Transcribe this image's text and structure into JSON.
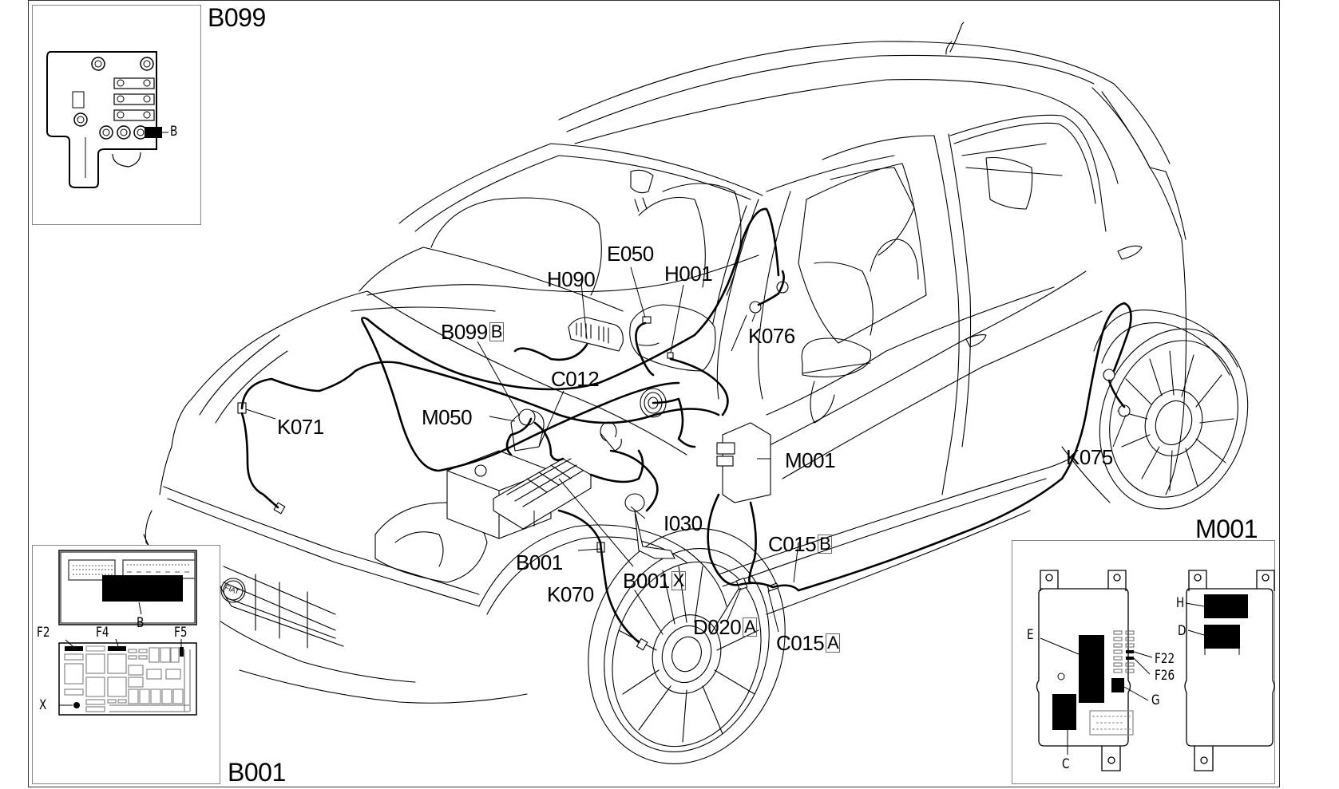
{
  "diagram": {
    "type": "vehicle wiring harness component location diagram",
    "vehicle_badge": "FIAT",
    "insets": {
      "b099": {
        "title": "B099",
        "callouts": [
          "B"
        ]
      },
      "b001": {
        "title": "B001",
        "callouts": [
          "B",
          "F2",
          "F4",
          "F5",
          "X"
        ]
      },
      "m001": {
        "title": "M001",
        "callouts": [
          "E",
          "F22",
          "F26",
          "G",
          "C",
          "H",
          "D"
        ]
      }
    },
    "components": [
      {
        "code": "H090",
        "connector": ""
      },
      {
        "code": "E050",
        "connector": ""
      },
      {
        "code": "H001",
        "connector": ""
      },
      {
        "code": "B099",
        "connector": "B"
      },
      {
        "code": "K076",
        "connector": ""
      },
      {
        "code": "C012",
        "connector": ""
      },
      {
        "code": "K071",
        "connector": ""
      },
      {
        "code": "M050",
        "connector": ""
      },
      {
        "code": "M001",
        "connector": ""
      },
      {
        "code": "K075",
        "connector": ""
      },
      {
        "code": "I030",
        "connector": ""
      },
      {
        "code": "B001",
        "connector": ""
      },
      {
        "code": "C015",
        "connector": "B"
      },
      {
        "code": "K070",
        "connector": ""
      },
      {
        "code": "B001",
        "connector": "X"
      },
      {
        "code": "D020",
        "connector": "A"
      },
      {
        "code": "C015",
        "connector": "A"
      }
    ]
  }
}
